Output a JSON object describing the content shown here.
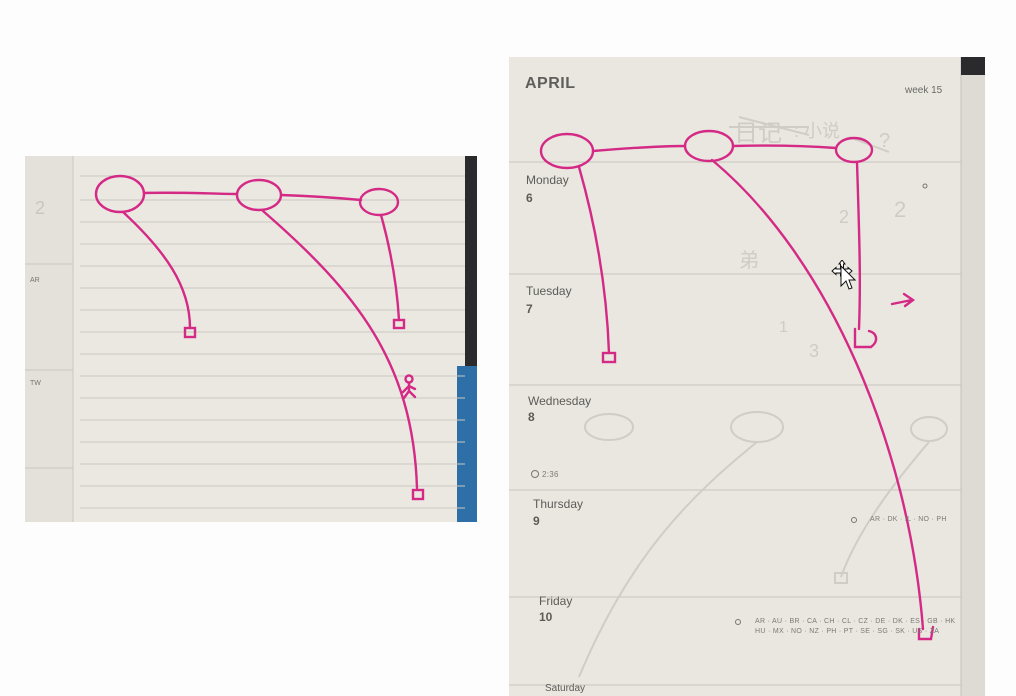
{
  "left_photo": {
    "margin_labels": [
      "AR",
      "TW"
    ]
  },
  "right_photo": {
    "month": "APRIL",
    "week": "week 15",
    "days": [
      {
        "name": "Monday",
        "number": "6"
      },
      {
        "name": "Tuesday",
        "number": "7"
      },
      {
        "name": "Wednesday",
        "number": "8"
      },
      {
        "name": "Thursday",
        "number": "9"
      },
      {
        "name": "Friday",
        "number": "10"
      }
    ],
    "time_note": "2:36",
    "thursday_holidays": "AR · DK · IL · NO · PH",
    "friday_holidays_line1": "AR · AU · BR · CA · CH · CL · CZ · DE · DK · ES · GB · HK",
    "friday_holidays_line2": "HU · MX · NO · NZ · PH · PT · SE · SG · SK · US · ZA",
    "next_day_partial": "Saturday"
  },
  "colors": {
    "ink": "#d42a86",
    "paper": "#e8e6df",
    "rule": "#c8c6c0"
  },
  "icons": [
    "move-cursor-icon",
    "arrow-pointer-icon",
    "sun-icon",
    "clock-icon"
  ]
}
